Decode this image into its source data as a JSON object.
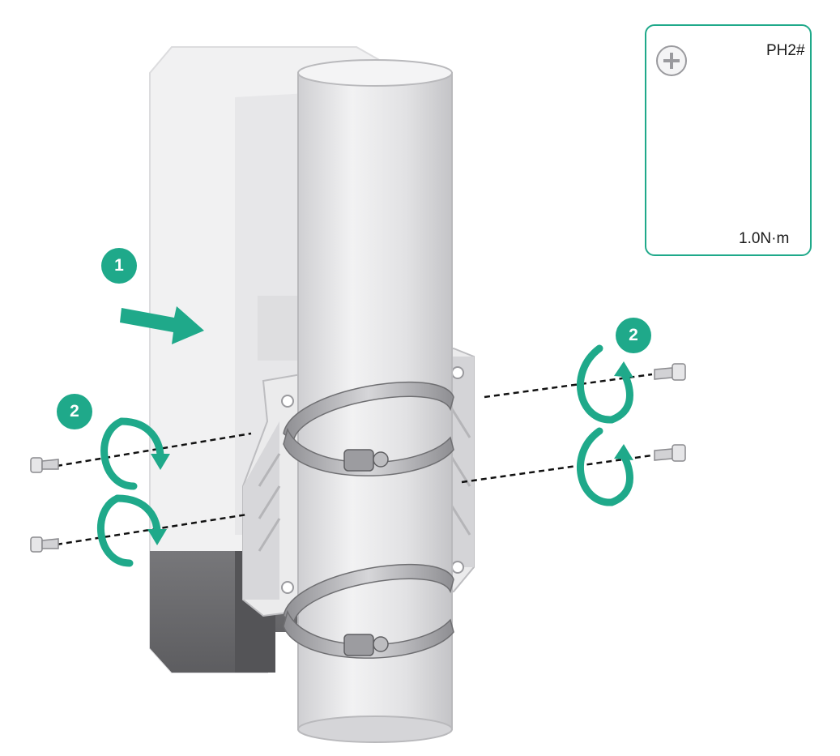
{
  "colors": {
    "accent": "#1fa98a",
    "accent_dark": "#138a6f",
    "device_light": "#f1f1f2",
    "device_dark": "#6f6f72",
    "pole": "#e3e3e5",
    "bracket": "#eceded",
    "clamp": "#c9c9cc"
  },
  "steps": {
    "mount_device": "1",
    "fasten_screws": "2"
  },
  "tool": {
    "bit": "PH2#",
    "torque": "1.0N·m",
    "icon": "phillips-screwdriver-icon"
  }
}
